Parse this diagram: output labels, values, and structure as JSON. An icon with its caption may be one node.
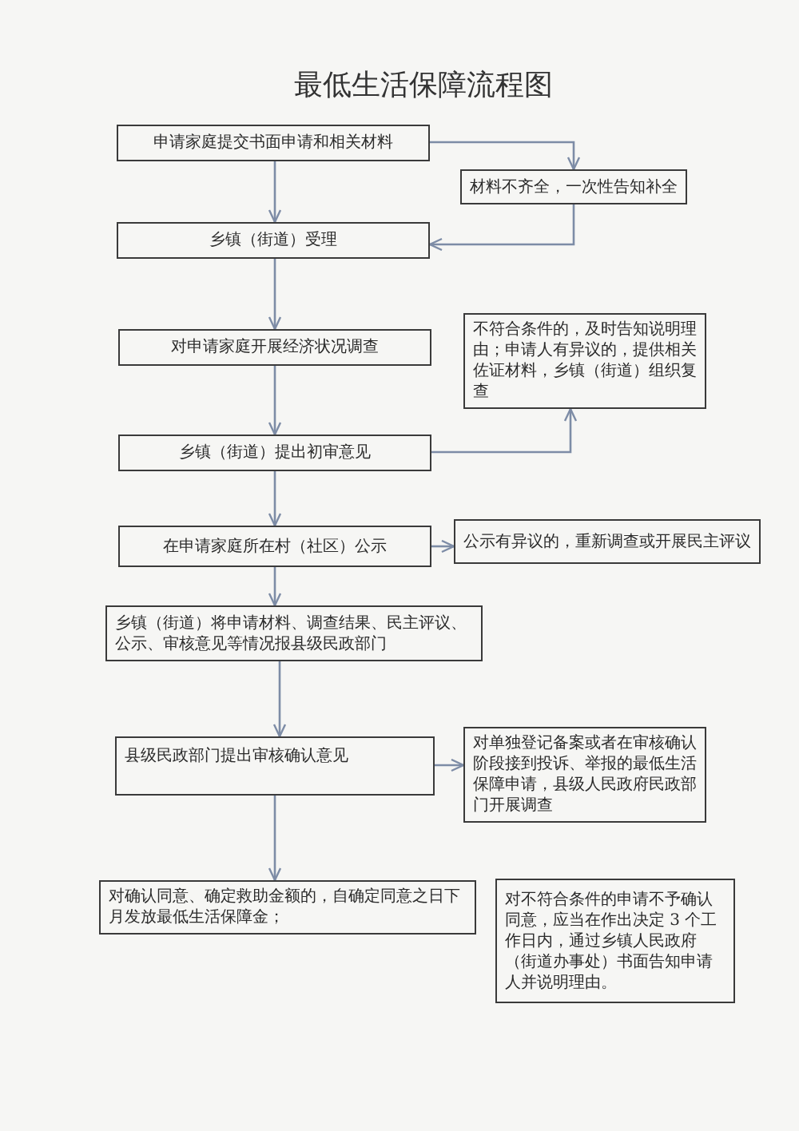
{
  "diagram": {
    "title": "最低生活保障流程图",
    "nodes": [
      {
        "text": [
          "申请家庭提交书面申请和相关材料"
        ]
      },
      {
        "text": [
          "材料不齐全，一次性告知补全"
        ]
      },
      {
        "text": [
          "乡镇（街道）受理"
        ]
      },
      {
        "text": [
          "对申请家庭开展经济状况调查"
        ]
      },
      {
        "text": [
          "不符合条件的，及时告知说明理由；申请人有异议的，提供相关佐证材料，乡镇（街道）组织复查"
        ]
      },
      {
        "text": [
          "乡镇（街道）提出初审意见"
        ]
      },
      {
        "text": [
          "在申请家庭所在村（社区）公示"
        ]
      },
      {
        "text": [
          "公示有异议的，重新调查或开展民主评议"
        ]
      },
      {
        "text": [
          "乡镇（街道）将申请材料、调查结果、民主评议、公示、审核意见等情况报县级民政部门"
        ]
      },
      {
        "text": [
          "县级民政部门提出审核确认意见"
        ]
      },
      {
        "text": [
          "对单独登记备案或者在审核确认阶段接到投诉、举报的最低生活保障申请，县级人民政府民政部门开展调查"
        ]
      },
      {
        "text": [
          "对确认同意、确定救助金额的，自确定同意之日下月发放最低生活保障金；"
        ]
      },
      {
        "text": [
          "对不符合条件的申请不予确认同意，应当在作出决定 3 个工作日内，通过乡镇人民政府（街道办事处）书面告知申请人并说明理由。"
        ]
      }
    ],
    "edges": [
      {
        "from": 0,
        "to": 2,
        "arrow": "to"
      },
      {
        "from": 0,
        "to": 1,
        "arrow": "to"
      },
      {
        "from": 1,
        "to": 2,
        "arrow": "to"
      },
      {
        "from": 2,
        "to": 3,
        "arrow": "to"
      },
      {
        "from": 3,
        "to": 5,
        "arrow": "to"
      },
      {
        "from": 5,
        "to": 4,
        "arrow": "to"
      },
      {
        "from": 5,
        "to": 6,
        "arrow": "to"
      },
      {
        "from": 6,
        "to": 7,
        "arrow": "to"
      },
      {
        "from": 6,
        "to": 8,
        "arrow": "to"
      },
      {
        "from": 8,
        "to": 9,
        "arrow": "to"
      },
      {
        "from": 9,
        "to": 10,
        "arrow": "to"
      },
      {
        "from": 9,
        "to": 11,
        "arrow": "to"
      }
    ]
  }
}
